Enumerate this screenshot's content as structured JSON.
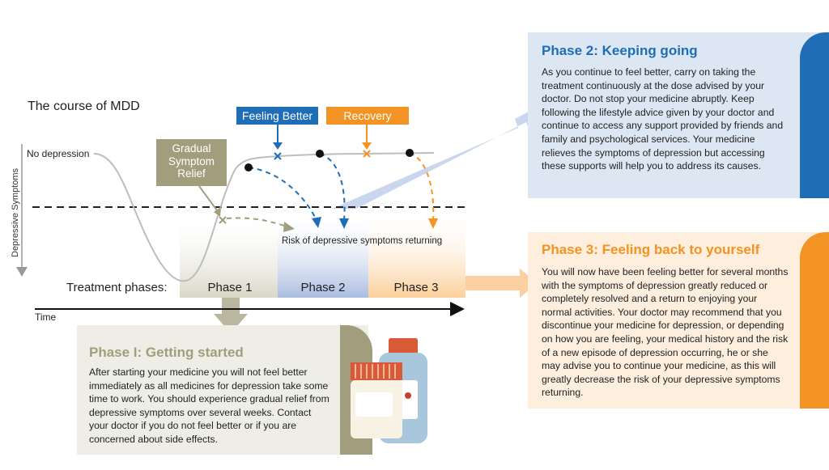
{
  "title": "The course of MDD",
  "no_depression_label": "No depression",
  "y_axis_label": "Depressive Symptoms",
  "x_axis_label": "Time",
  "treatment_phases_label": "Treatment phases:",
  "risk_label": "Risk of depressive symptoms returning",
  "phase_labels": [
    "Phase 1",
    "Phase 2",
    "Phase 3"
  ],
  "milestones": {
    "gradual": "Gradual Symptom Relief",
    "feeling_better": "Feeling Better",
    "recovery": "Recovery"
  },
  "colors": {
    "phase1": "#a29e7d",
    "phase2": "#1f6eb5",
    "phase3": "#f39324",
    "phase1_bg": "#eeeee6",
    "phase2_bg": "#dde6f3",
    "phase3_bg": "#fdeedd"
  },
  "panels": {
    "phase1": {
      "title": "Phase I: Getting started",
      "text": "After starting your medicine you will not feel better immediately as all medicines for depression take some time to work. You should experience gradual relief from depressive symptoms over several weeks. Contact your doctor if you do not feel better or if you are concerned about side effects."
    },
    "phase2": {
      "title": "Phase 2: Keeping going",
      "text": "As you continue to feel better, carry on taking the treatment continuously at the dose advised by your doctor. Do not stop your medicine abruptly. Keep following the lifestyle advice given by your doctor and continue to access any support provided by friends and family and psychological services. Your medicine relieves the symptoms of depression but accessing these supports will help you to address its causes."
    },
    "phase3": {
      "title": "Phase 3: Feeling back to yourself",
      "text": "You will now have been feeling better for several months with the symptoms of depression greatly reduced or completely resolved and a return to enjoying your normal activities. Your doctor may recommend that you discontinue your medicine for depression, or depending on how you are feeling, your medical history and the risk of a new episode of depression occurring, he or she may advise you to continue your medicine, as this will greatly decrease the risk of your depressive symptoms returning."
    }
  },
  "icons": {
    "medicine": "medicine-bottle-icon"
  }
}
